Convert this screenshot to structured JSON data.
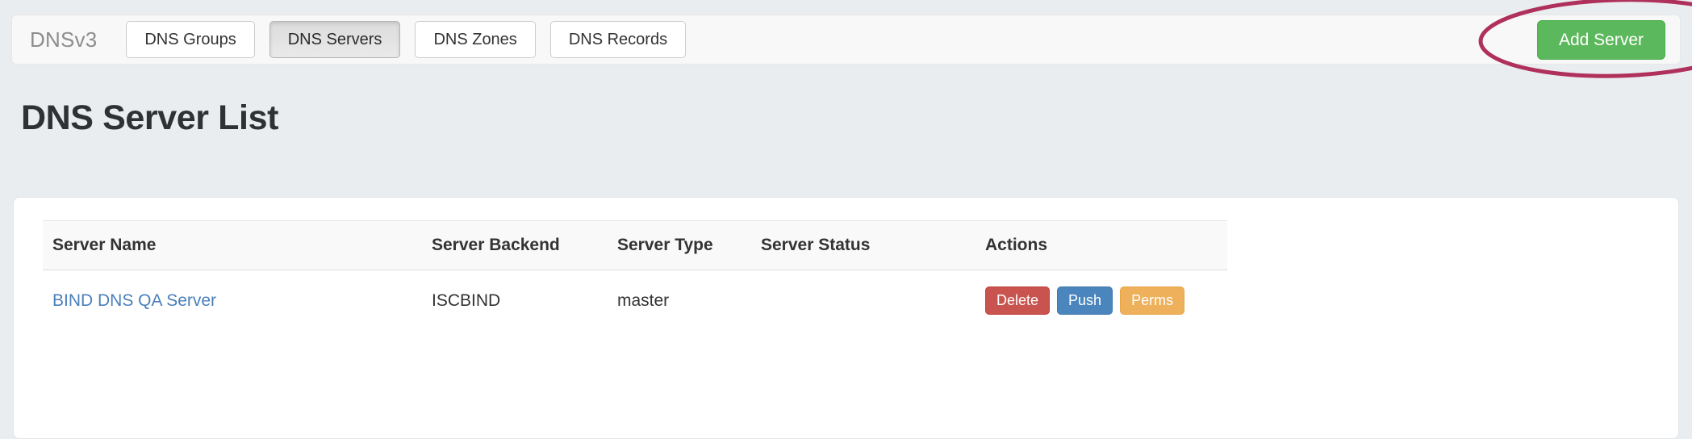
{
  "navbar": {
    "brand": "DNSv3",
    "items": [
      {
        "label": "DNS Groups",
        "active": false
      },
      {
        "label": "DNS Servers",
        "active": true
      },
      {
        "label": "DNS Zones",
        "active": false
      },
      {
        "label": "DNS Records",
        "active": false
      }
    ],
    "add_server_label": "Add Server",
    "add_server_color": "#5cb85c",
    "annotation_color": "#b0305c"
  },
  "page": {
    "title": "DNS Server List"
  },
  "table": {
    "columns": [
      "Server Name",
      "Server Backend",
      "Server Type",
      "Server Status",
      "Actions"
    ],
    "rows": [
      {
        "server_name": "BIND DNS QA Server",
        "server_backend": "ISCBIND",
        "server_type": "master",
        "server_status": "",
        "actions": [
          {
            "label": "Delete",
            "color": "#c9534f"
          },
          {
            "label": "Push",
            "color": "#4a86bd"
          },
          {
            "label": "Perms",
            "color": "#eeb05a"
          }
        ]
      }
    ]
  }
}
